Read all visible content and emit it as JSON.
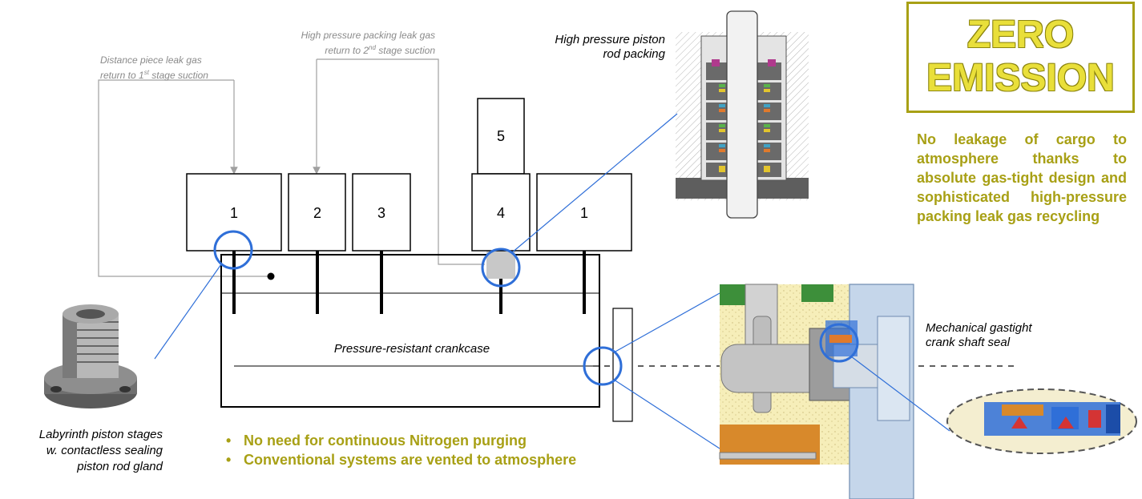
{
  "annotations": {
    "distance_piece_line1": "Distance piece leak gas",
    "distance_piece_line2_pre": "return to 1",
    "distance_piece_sup": "st",
    "distance_piece_line2_post": " stage suction",
    "hp_packing_line1": "High pressure packing leak gas",
    "hp_packing_line2_pre": "return to 2",
    "hp_packing_sup": "nd",
    "hp_packing_line2_post": "  stage suction",
    "hp_piston_line1": "High pressure piston",
    "hp_piston_line2": "rod packing",
    "crankcase": "Pressure-resistant crankcase",
    "mech_seal_line1": "Mechanical gastight",
    "mech_seal_line2": "crank shaft seal",
    "labyrinth_line1": "Labyrinth piston stages",
    "labyrinth_line2": "w. contactless sealing",
    "labyrinth_line3": "piston rod gland"
  },
  "boxes": [
    "1",
    "2",
    "3",
    "5",
    "4",
    "1"
  ],
  "zero_emission": {
    "line1": "ZERO",
    "line2": "EMISSION",
    "description": "No leakage of cargo to atmosphere thanks to absolute gas-tight design and sophisticated high-pressure packing leak gas recycling"
  },
  "bullets": [
    "No need for continuous Nitrogen purging",
    "Conventional systems are vented to atmosphere"
  ],
  "colors": {
    "accent_olive": "#a8a015",
    "zero_fill": "#e9df3a",
    "callout_blue": "#2f6fd8",
    "gray_line": "#a0a0a0"
  }
}
